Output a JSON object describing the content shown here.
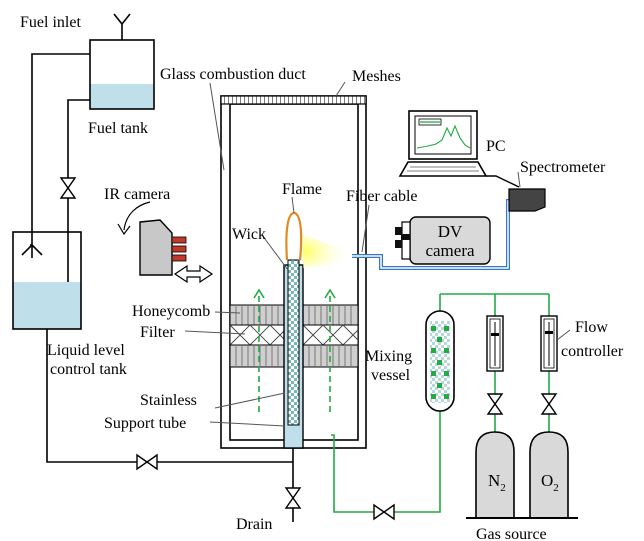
{
  "labels": {
    "fuel_inlet": "Fuel inlet",
    "fuel_tank": "Fuel tank",
    "glass_duct": "Glass combustion duct",
    "meshes": "Meshes",
    "pc": "PC",
    "spectrometer": "Spectrometer",
    "ir_camera": "IR camera",
    "flame": "Flame",
    "fiber_cable": "Fiber cable",
    "wick": "Wick",
    "dv_line1": "DV",
    "dv_line2": "camera",
    "honeycomb": "Honeycomb",
    "filter": "Filter",
    "llct_line1": "Liquid level",
    "llct_line2": "control tank",
    "mixing_line1": "Mixing",
    "mixing_line2": "vessel",
    "flow_line1": "Flow",
    "flow_line2": "controller",
    "stainless": "Stainless",
    "support_tube": "Support tube",
    "drain": "Drain",
    "gas_source": "Gas source",
    "n2": "N",
    "n2_sub": "2",
    "o2": "O",
    "o2_sub": "2"
  },
  "colors": {
    "liquid": "#bfe0ea",
    "gas_line": "#22aa44",
    "fiber": "#3377cc",
    "flame": "#e08a22",
    "glow": "#ffff66",
    "cylinder": "#d9d9d9",
    "honeycomb": "#cfcfcf",
    "camera_red": "#c0392b"
  }
}
